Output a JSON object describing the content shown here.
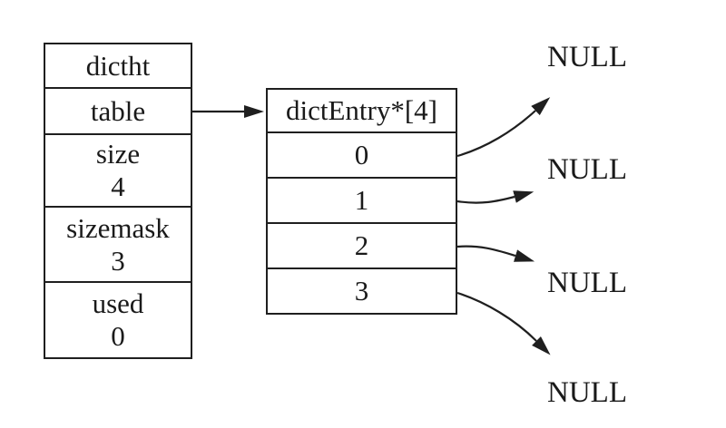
{
  "struct": {
    "rows": [
      {
        "label": "dictht"
      },
      {
        "label": "table"
      },
      {
        "label": "size",
        "value": "4"
      },
      {
        "label": "sizemask",
        "value": "3"
      },
      {
        "label": "used",
        "value": "0"
      }
    ]
  },
  "array": {
    "header": "dictEntry*[4]",
    "slots": [
      "0",
      "1",
      "2",
      "3"
    ]
  },
  "nulls": [
    "NULL",
    "NULL",
    "NULL",
    "NULL"
  ],
  "colors": {
    "line": "#1f1f1f",
    "text": "#1a1a1a",
    "background": "#ffffff"
  }
}
